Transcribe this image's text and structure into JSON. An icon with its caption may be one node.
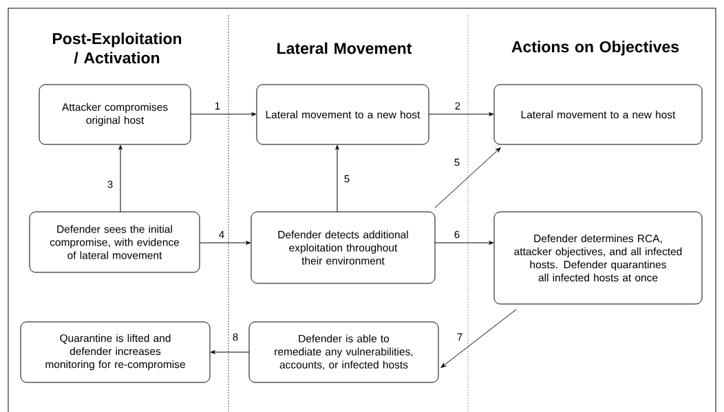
{
  "diagram": {
    "nodes": [
      {
        "text": [
          "Attacker compromises original host"
        ]
      },
      {
        "text": [
          "Lateral movement to a new host"
        ]
      },
      {
        "text": [
          "Lateral movement to a new host"
        ]
      },
      {
        "text": [
          "Defender sees the initial compromise, with evidence of lateral movement"
        ]
      },
      {
        "text": [
          "Defender detects additional exploitation throughout their environment"
        ]
      },
      {
        "text": [
          "Defender determines RCA, attacker objectives, and all infected hosts. Defender quarantines all infected hosts at once"
        ]
      },
      {
        "text": [
          "Quarantine is lifted and defender increases monitoring for re-compromise"
        ]
      },
      {
        "text": [
          "Defender is able to remediate any vulnerabilities, accounts, or infected hosts"
        ]
      }
    ],
    "edges": [
      {
        "from": 0,
        "to": 1,
        "arrow": "to",
        "label": "1"
      },
      {
        "from": 1,
        "to": 2,
        "arrow": "to",
        "label": "2"
      },
      {
        "from": 3,
        "to": 0,
        "arrow": "to",
        "label": "3"
      },
      {
        "from": 3,
        "to": 4,
        "arrow": "to",
        "label": "4"
      },
      {
        "from": 4,
        "to": 1,
        "arrow": "to",
        "label": "5"
      },
      {
        "from": 4,
        "to": 2,
        "arrow": "to",
        "label": "5"
      },
      {
        "from": 4,
        "to": 5,
        "arrow": "to",
        "label": "6"
      },
      {
        "from": 5,
        "to": 7,
        "arrow": "to",
        "label": "7"
      },
      {
        "from": 7,
        "to": 6,
        "arrow": "to",
        "label": "8"
      }
    ],
    "labels": [
      "Post-Exploitation / Activation",
      "Lateral Movement",
      "Actions on Objectives"
    ]
  }
}
